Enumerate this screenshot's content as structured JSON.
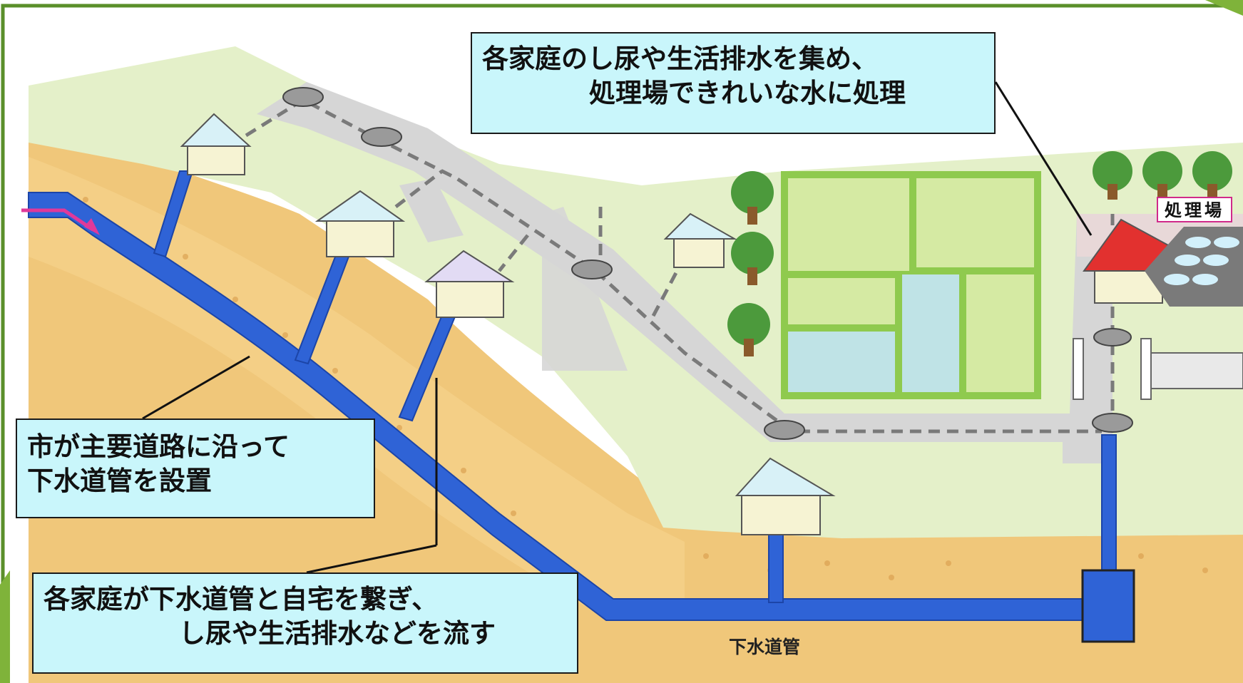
{
  "callouts": {
    "top": {
      "line1": "各家庭のし尿や生活排水を集め、",
      "line2": "処理場できれいな水に処理"
    },
    "left": {
      "line1": "市が主要道路に沿って",
      "line2": "下水道管を設置"
    },
    "bottom": {
      "line1": "各家庭が下水道管と自宅を繋ぎ、",
      "line2": "し尿や生活排水などを流す"
    }
  },
  "labels": {
    "treatment_plant": "処理場",
    "sewer_pipe": "下水道管"
  },
  "colors": {
    "frame": "#5a8f2a",
    "soil": "#f0c77a",
    "grass": "#e4f0c9",
    "pipe": "#2f63d6",
    "road": "#d6d6d6",
    "callout_fill": "#c9f6fb",
    "inflow_arrow": "#e0399a"
  }
}
